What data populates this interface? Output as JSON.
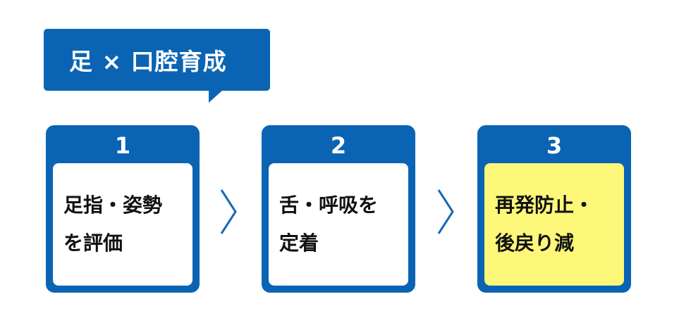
{
  "title": "足 × 口腔育成",
  "steps": [
    {
      "number": "1",
      "line1": "足指・姿勢",
      "line2": "を評価"
    },
    {
      "number": "2",
      "line1": "舌・呼吸を",
      "line2": "定着"
    },
    {
      "number": "3",
      "line1": "再発防止・",
      "line2": "後戻り減"
    }
  ],
  "colors": {
    "primary": "#0a64b3",
    "highlight": "#fdf77a",
    "arrow": "#1a68b4"
  },
  "icons": [
    "chevron-right-icon",
    "chevron-right-icon"
  ]
}
